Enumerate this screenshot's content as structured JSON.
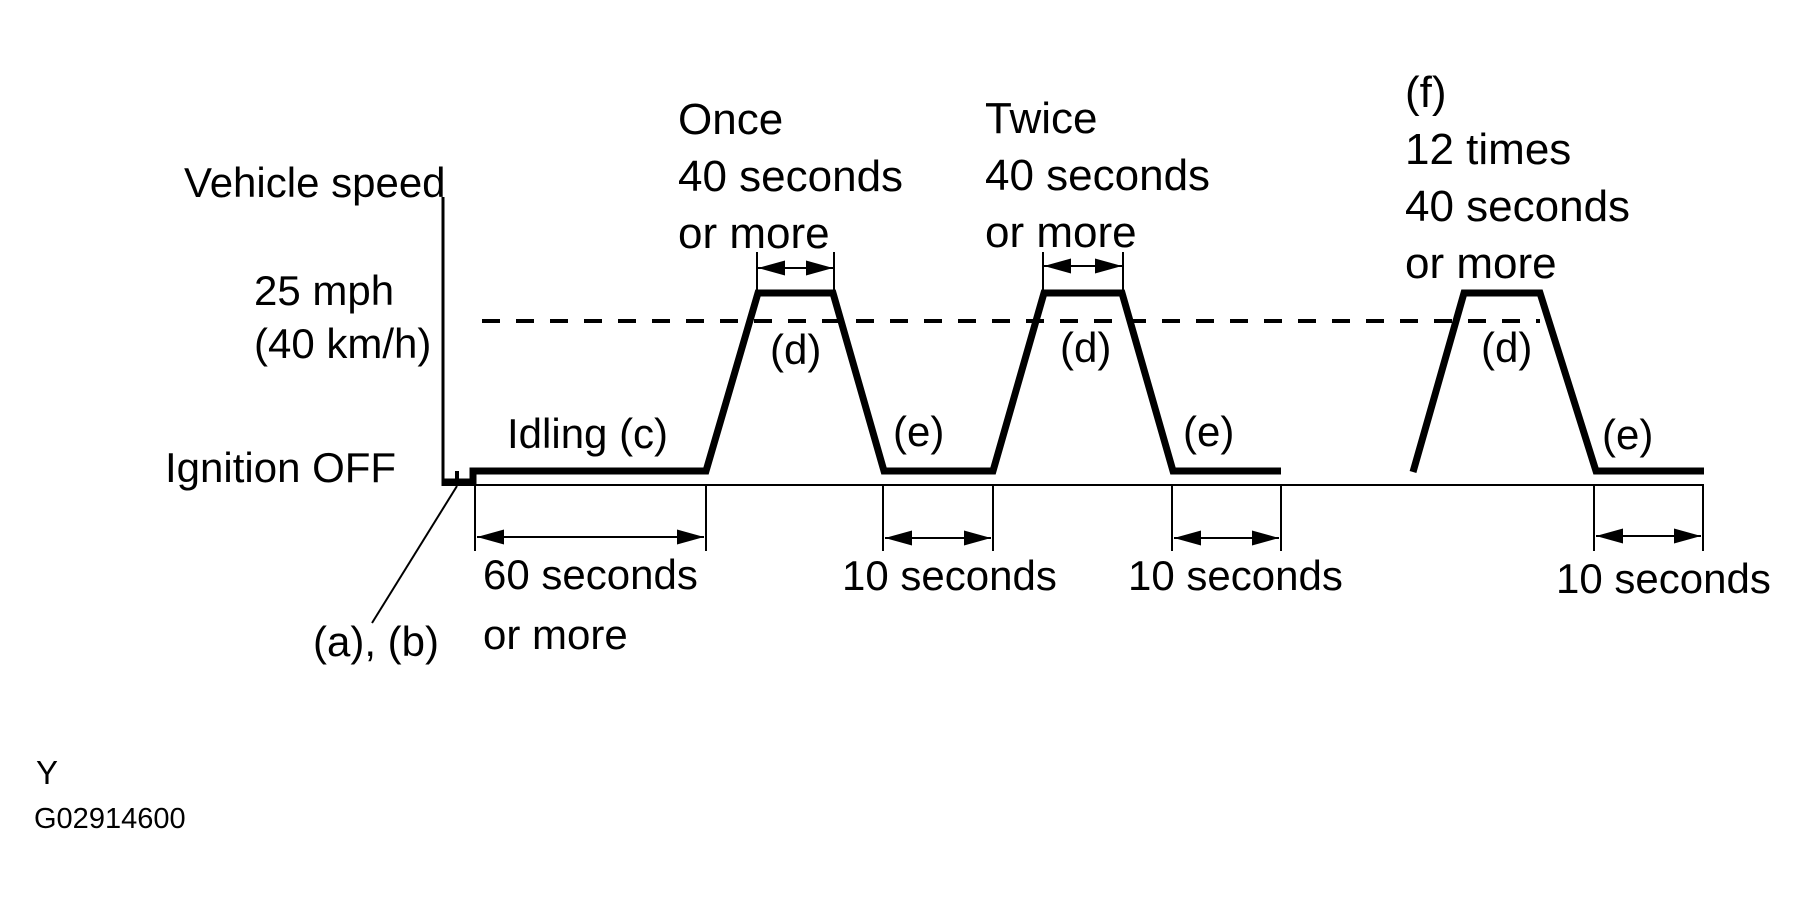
{
  "palette": {
    "background": "#ffffff",
    "ink": "#000000"
  },
  "axis": {
    "y_label": "Vehicle speed",
    "threshold_line1": "25 mph",
    "threshold_line2": "(40 km/h)",
    "origin_label": "Ignition OFF"
  },
  "trace": {
    "idling_label": "Idling (c)",
    "drive_peak_label": "(d)",
    "idle_segment_label": "(e)",
    "start_note": "(a), (b)"
  },
  "annotations": {
    "once": {
      "lines": [
        "Once",
        "40 seconds",
        "or more"
      ]
    },
    "twice": {
      "lines": [
        "Twice",
        "40 seconds",
        "or more"
      ]
    },
    "twelve_times": {
      "lines": [
        "(f)",
        "12 times",
        "40 seconds",
        "or more"
      ]
    }
  },
  "durations": {
    "initial_idle_line1": "60 seconds",
    "initial_idle_line2": "or more",
    "idle_gap": "10 seconds"
  },
  "footer": {
    "mark": "Y",
    "figure_code": "G02914600"
  },
  "chart_data": {
    "type": "line",
    "ylabel": "Vehicle speed",
    "threshold": {
      "value": "25 mph (40 km/h)",
      "style": "dashed"
    },
    "baseline_label": "Ignition OFF",
    "start_steps_label": "(a), (b)",
    "segments": [
      {
        "label": "Idling (c)",
        "duration": "60 seconds or more"
      },
      {
        "label": "(d) drive above threshold",
        "occurrence": "Once",
        "duration": "40 seconds or more"
      },
      {
        "label": "(e) idle",
        "duration": "10 seconds"
      },
      {
        "label": "(d) drive above threshold",
        "occurrence": "Twice",
        "duration": "40 seconds or more"
      },
      {
        "label": "(e) idle",
        "duration": "10 seconds"
      },
      {
        "label": "(d) drive above threshold",
        "occurrence": "(f) 12 times",
        "duration": "40 seconds or more"
      },
      {
        "label": "(e) idle",
        "duration": "10 seconds"
      }
    ]
  }
}
